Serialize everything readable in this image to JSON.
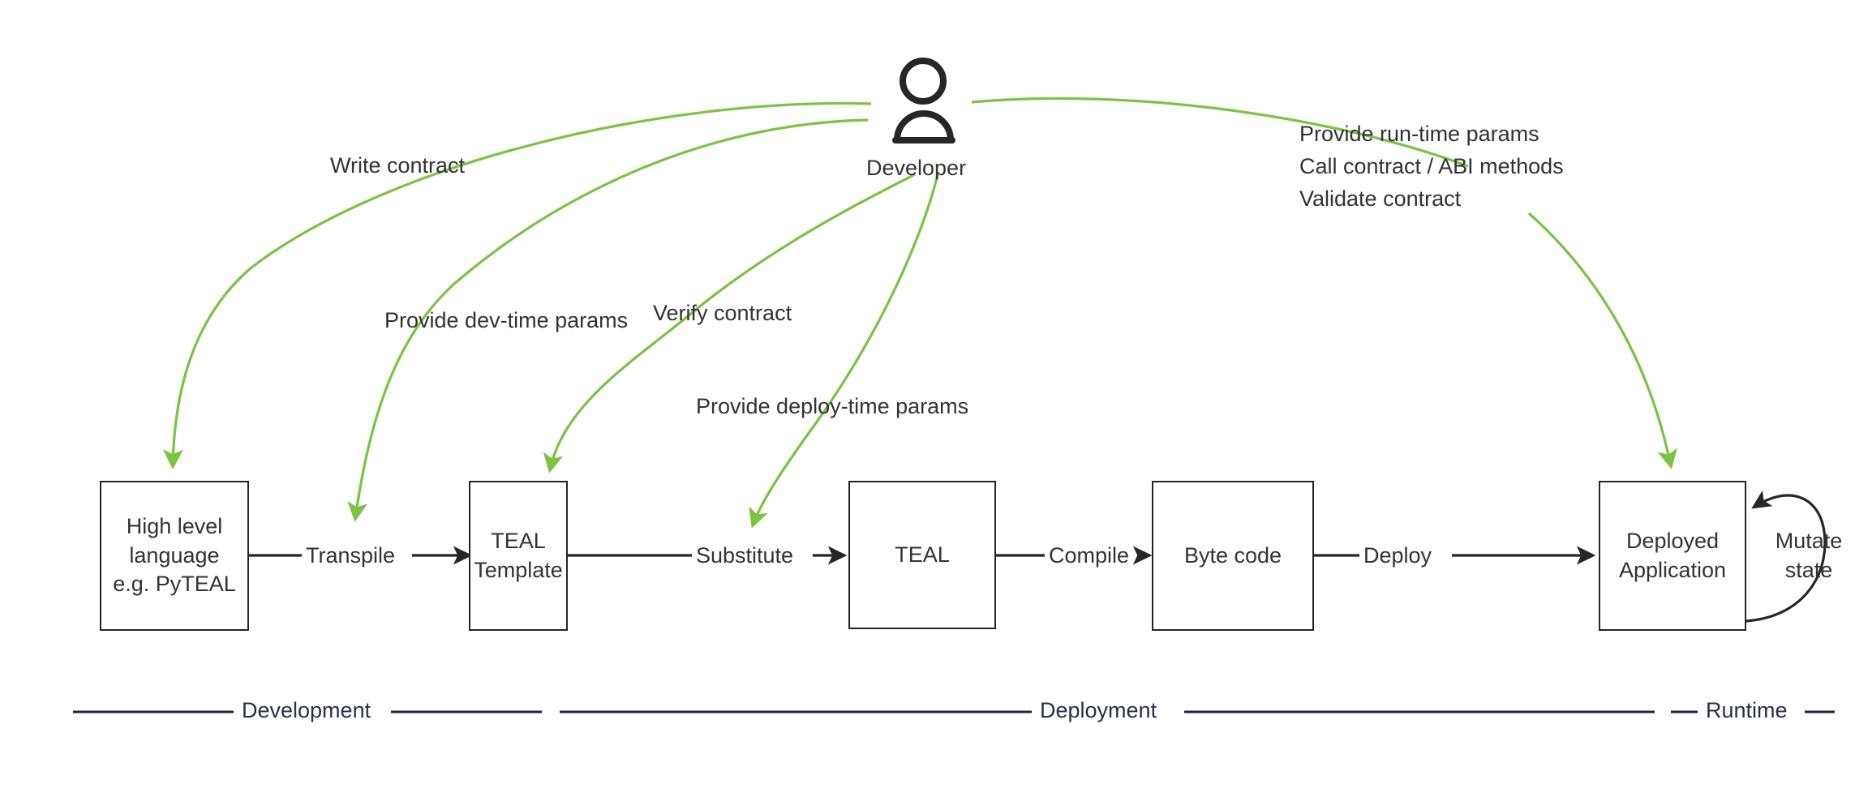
{
  "diagram": {
    "actor": {
      "name": "developer-actor",
      "label": "Developer",
      "icon": "person-icon"
    },
    "nodes": [
      {
        "id": "high-level-language",
        "label": "High level\nlanguage\ne.g. PyTEAL"
      },
      {
        "id": "teal-template",
        "label": "TEAL\nTemplate"
      },
      {
        "id": "teal",
        "label": "TEAL"
      },
      {
        "id": "byte-code",
        "label": "Byte code"
      },
      {
        "id": "deployed-application",
        "label": "Deployed\nApplication"
      }
    ],
    "flow_labels": [
      {
        "id": "transpile",
        "label": "Transpile"
      },
      {
        "id": "substitute",
        "label": "Substitute"
      },
      {
        "id": "compile",
        "label": "Compile"
      },
      {
        "id": "deploy",
        "label": "Deploy"
      }
    ],
    "self_loop": {
      "id": "mutate-state",
      "label": "Mutate\nstate"
    },
    "actor_actions": [
      {
        "id": "write-contract",
        "label": "Write contract"
      },
      {
        "id": "provide-dev-time-params",
        "label": "Provide dev-time params"
      },
      {
        "id": "verify-contract",
        "label": "Verify contract"
      },
      {
        "id": "provide-deploy-time-params",
        "label": "Provide deploy-time params"
      },
      {
        "id": "provide-run-time-params",
        "label": "Provide run-time params"
      },
      {
        "id": "call-contract-abi-methods",
        "label": "Call contract / ABI methods"
      },
      {
        "id": "validate-contract",
        "label": "Validate contract"
      }
    ],
    "phases": [
      {
        "id": "development",
        "label": "Development"
      },
      {
        "id": "deployment",
        "label": "Deployment"
      },
      {
        "id": "runtime",
        "label": "Runtime"
      }
    ],
    "colors": {
      "actor_arrow": "#7cc243",
      "flow_arrow": "#262626",
      "node_border": "#262626",
      "phase_rule": "#1b2440",
      "text": "#333333",
      "background": "#ffffff"
    }
  }
}
